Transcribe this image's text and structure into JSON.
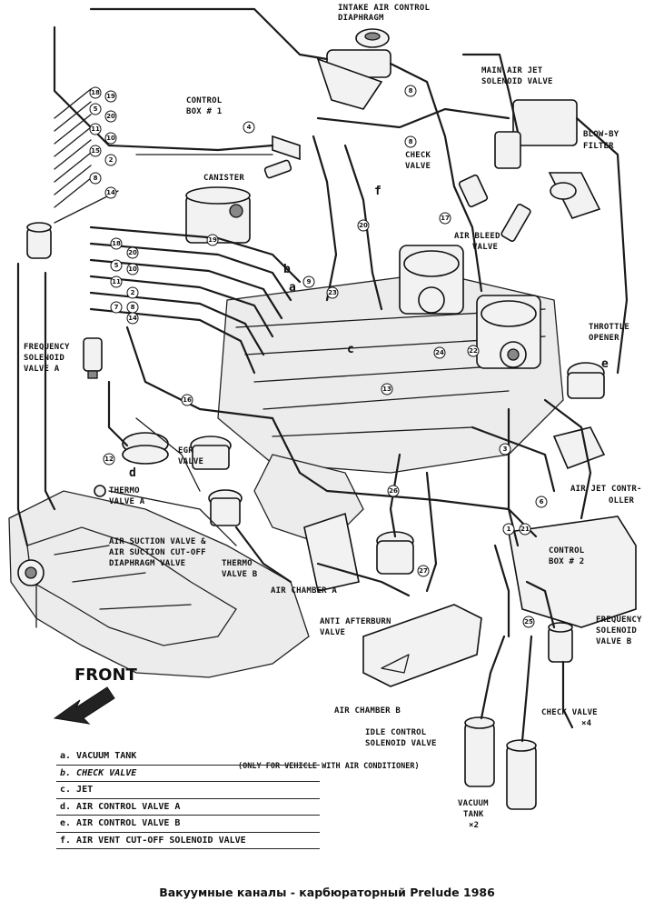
{
  "labels": {
    "intake_air_control_diaphragm": [
      "INTAKE AIR CONTROL",
      "DIAPHRAGM"
    ],
    "main_air_jet_solenoid_valve": [
      "MAIN AIR JET",
      "SOLENOID VALVE"
    ],
    "control_box_1": [
      "CONTROL",
      "BOX # 1"
    ],
    "blow_by_filter": [
      "BLOW-BY",
      "FILTER"
    ],
    "check_valve": [
      "CHECK",
      "VALVE"
    ],
    "canister": [
      "CANISTER"
    ],
    "air_bleed_valve": [
      "AIR BLEED",
      "VALVE"
    ],
    "throttle_opener": [
      "THROTTLE",
      "OPENER"
    ],
    "frequency_solenoid_valve_a": [
      "FREQUENCY",
      "SOLENOID",
      "VALVE A"
    ],
    "egr_valve": [
      "EGR",
      "VALVE"
    ],
    "thermo_valve_a": [
      "THERMO",
      "VALVE A"
    ],
    "air_jet_controller": [
      "AIR JET CONTR-",
      "OLLER"
    ],
    "air_suction_valve": [
      "AIR SUCTION VALVE &",
      "AIR SUCTION CUT-OFF",
      "DIAPHRAGM VALVE"
    ],
    "thermo_valve_b": [
      "THERMO",
      "VALVE B"
    ],
    "control_box_2": [
      "CONTROL",
      "BOX # 2"
    ],
    "air_chamber_a": [
      "AIR CHAMBER A"
    ],
    "anti_afterburn_valve": [
      "ANTI AFTERBURN",
      "VALVE"
    ],
    "frequency_solenoid_valve_b": [
      "FREQUENCY",
      "SOLENOID",
      "VALVE B"
    ],
    "air_chamber_b": [
      "AIR CHAMBER B"
    ],
    "check_valve_x4": [
      "CHECK VALVE",
      "×4"
    ],
    "idle_control_solenoid_valve": [
      "IDLE CONTROL",
      "SOLENOID VALVE"
    ],
    "vacuum_tank_x2": [
      "VACUUM",
      "TANK",
      "×2"
    ]
  },
  "letters": [
    "a",
    "b",
    "c",
    "d",
    "e",
    "f"
  ],
  "front_label": "FRONT",
  "ac_note": "(ONLY FOR VEHICLE WITH AIR CONDITIONER)",
  "legend": [
    "a. VACUUM TANK",
    "b. CHECK VALVE",
    "c. JET",
    "d. AIR CONTROL VALVE A",
    "e. AIR CONTROL VALVE B",
    "f. AIR VENT CUT-OFF SOLENOID VALVE"
  ],
  "box1_harness_numbers": [
    "18",
    "19",
    "5",
    "20",
    "11",
    "10",
    "15",
    "2",
    "8",
    "14"
  ],
  "left_harness_numbers": [
    "18",
    "20",
    "10",
    "5",
    "11",
    "2",
    "8",
    "7",
    "14"
  ],
  "hose_numbers": [
    "8",
    "8",
    "9",
    "4",
    "17",
    "19",
    "20",
    "16",
    "21",
    "12",
    "22",
    "23",
    "24",
    "25",
    "3",
    "6",
    "26",
    "27",
    "13",
    "1"
  ],
  "caption": "Вакуумные каналы - карбюраторный Prelude 1986"
}
